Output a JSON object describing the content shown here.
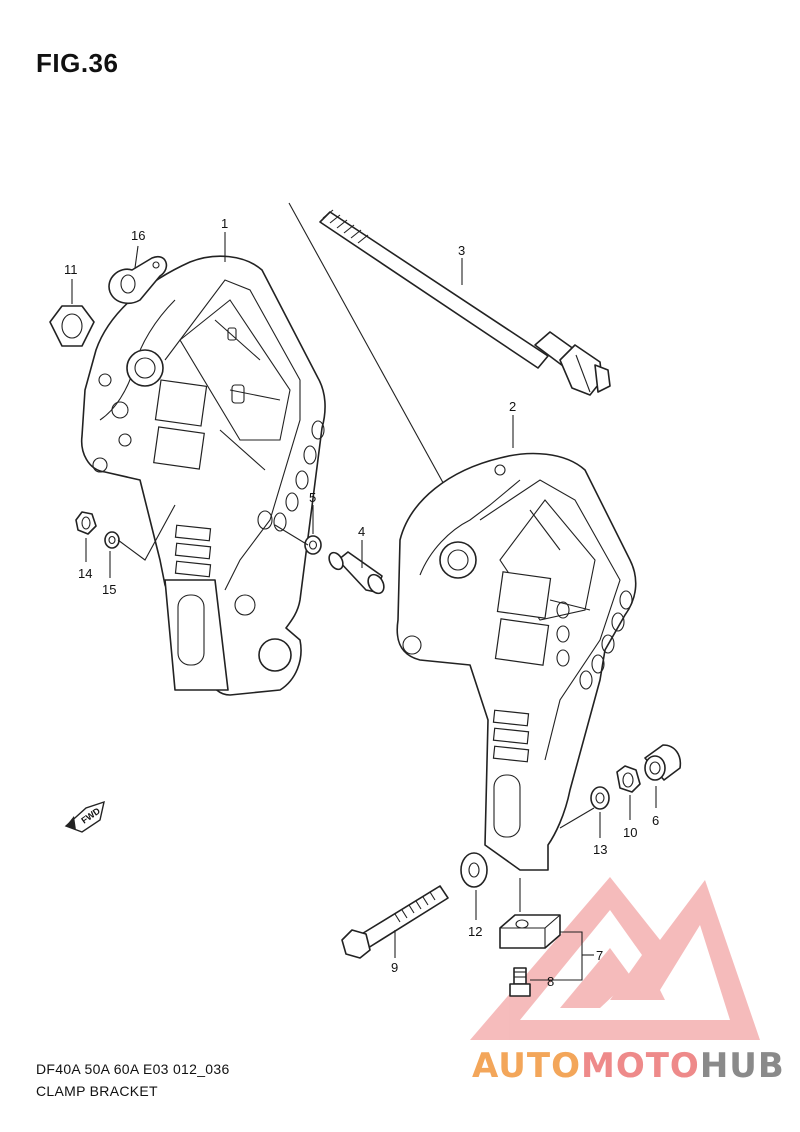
{
  "figure": {
    "title": "FIG.36",
    "code": "DF40A 50A 60A E03 012_036",
    "name": "CLAMP BRACKET"
  },
  "fwd_marker": "FWD",
  "callouts": [
    {
      "number": "1"
    },
    {
      "number": "2"
    },
    {
      "number": "3"
    },
    {
      "number": "4"
    },
    {
      "number": "5"
    },
    {
      "number": "6"
    },
    {
      "number": "7"
    },
    {
      "number": "8"
    },
    {
      "number": "9"
    },
    {
      "number": "10"
    },
    {
      "number": "11"
    },
    {
      "number": "12"
    },
    {
      "number": "13"
    },
    {
      "number": "14"
    },
    {
      "number": "15"
    },
    {
      "number": "16"
    }
  ],
  "watermark": {
    "part1": "AUTO",
    "part2": "MOTO",
    "part3": "HUB",
    "colors": {
      "auto": "#f3a65a",
      "moto": "#ee8a8a",
      "hub": "#8a8a8a",
      "logo": "#f2a3a3"
    }
  }
}
